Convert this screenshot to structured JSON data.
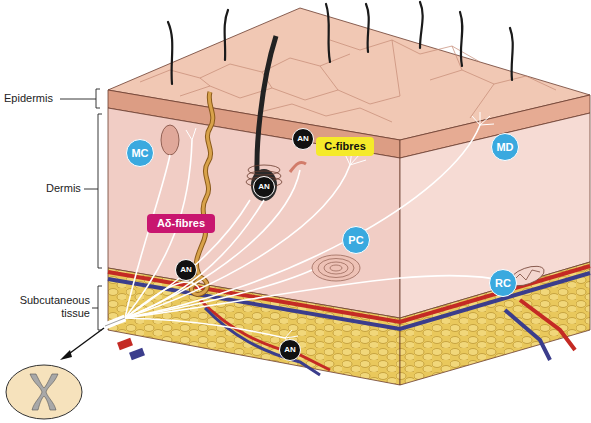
{
  "diagram": {
    "nodes": [
      {
        "text": [
          "MC"
        ]
      },
      {
        "text": [
          "C-fibres"
        ]
      },
      {
        "text": [
          "MD"
        ]
      },
      {
        "text": [
          "Aδ-fibres"
        ]
      },
      {
        "text": [
          "AN"
        ]
      },
      {
        "text": [
          "AN"
        ]
      },
      {
        "text": [
          "PC"
        ]
      },
      {
        "text": [
          "AN"
        ]
      },
      {
        "text": [
          "RC"
        ]
      },
      {
        "text": [
          "AN"
        ]
      }
    ],
    "labels": [
      "Epidermis",
      "Dermis",
      "Subcutaneous tissue"
    ]
  }
}
